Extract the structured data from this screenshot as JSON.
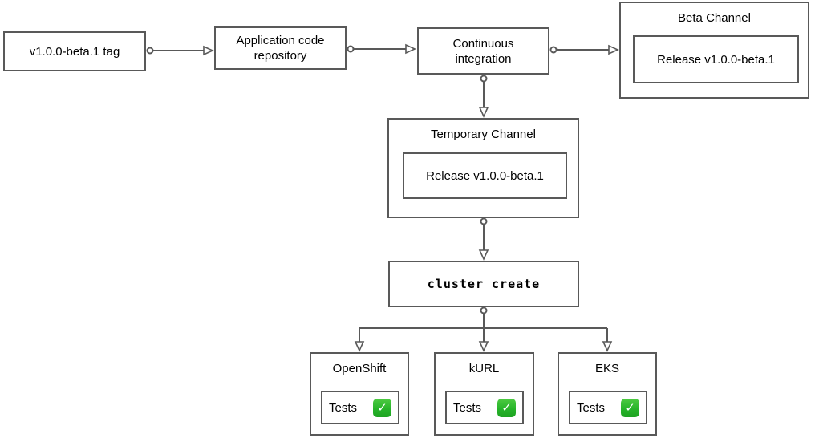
{
  "diagram": {
    "nodes": {
      "tag": {
        "label": "v1.0.0-beta.1 tag"
      },
      "repo": {
        "label": "Application code repository"
      },
      "ci": {
        "label": "Continuous integration"
      },
      "beta": {
        "title": "Beta Channel",
        "release_label": "Release v1.0.0-beta.1"
      },
      "temp": {
        "title": "Temporary Channel",
        "release_label": "Release v1.0.0-beta.1"
      },
      "cluster": {
        "label": "cluster create"
      },
      "openshift": {
        "title": "OpenShift",
        "tests_label": "Tests"
      },
      "kurl": {
        "title": "kURL",
        "tests_label": "Tests"
      },
      "eks": {
        "title": "EKS",
        "tests_label": "Tests"
      }
    },
    "icons": {
      "tests_passed": "check-mark-button-emoji",
      "check_glyph": "✓"
    },
    "colors": {
      "line": "#595959",
      "text": "#000000",
      "check_green": "#27b42a",
      "background": "#ffffff"
    }
  }
}
